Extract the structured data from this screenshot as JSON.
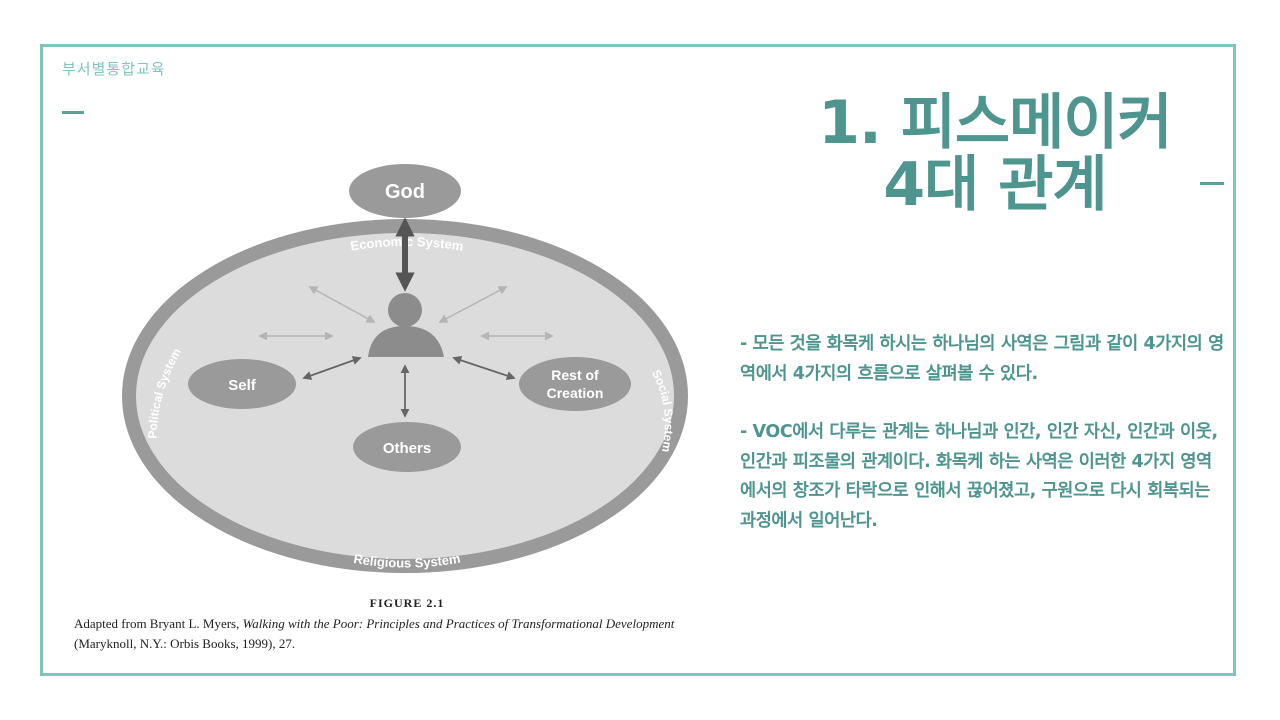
{
  "brand": "부서별통합교육",
  "title": {
    "line1": "1. 피스메이커",
    "line2": "4대 관계"
  },
  "body": {
    "paragraph1": "- 모든 것을 화목케 하시는 하나님의 사역은 그림과 같이 4가지의 영역에서 4가지의 흐름으로 살펴볼 수 있다.",
    "paragraph2": "- VOC에서 다루는 관계는 하나님과 인간, 인간 자신, 인간과 이웃, 인간과 피조물의 관계이다. 화목케 하는 사역은 이러한 4가지 영역에서의 창조가 타락으로 인해서 끊어졌고, 구원으로 다시 회복되는 과정에서 일어난다."
  },
  "figure": {
    "god": "God",
    "self": "Self",
    "others": "Others",
    "rest_line1": "Rest of",
    "rest_line2": "Creation",
    "economic": "Economic System",
    "religious": "Religious System",
    "political": "Political System",
    "social": "Social System"
  },
  "caption": {
    "figure_label": "FIGURE 2.1",
    "prefix": "Adapted from Bryant L. Myers, ",
    "book_title": "Walking with the Poor: Principles and Practices of Transformational Development",
    "suffix": "(Maryknoll, N.Y.: Orbis Books, 1999), 27."
  },
  "colors": {
    "accent": "#4e958f",
    "frame": "#7fc4bf"
  }
}
